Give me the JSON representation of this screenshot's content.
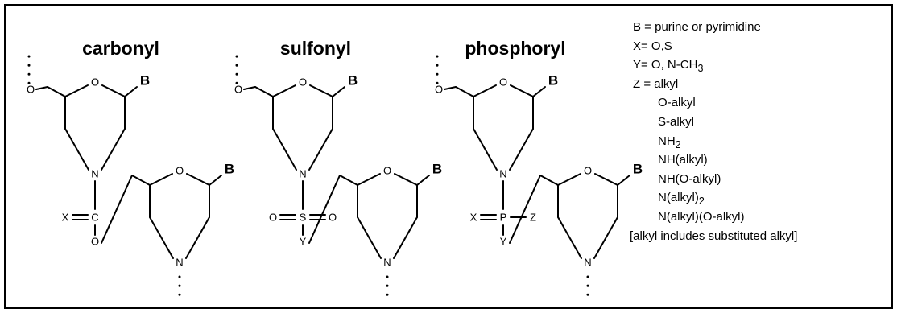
{
  "structures": [
    {
      "title": "carbonyl",
      "top": {
        "left_atom": "O",
        "ring_atom": "O",
        "base": "B",
        "nitrogen": "N"
      },
      "linker": {
        "left": "X",
        "center": "C",
        "bottom": "O"
      },
      "bottom": {
        "ring_atom": "O",
        "base": "B",
        "nitrogen": "N"
      }
    },
    {
      "title": "sulfonyl",
      "top": {
        "left_atom": "O",
        "ring_atom": "O",
        "base": "B",
        "nitrogen": "N"
      },
      "linker": {
        "left": "O",
        "center": "S",
        "right": "O",
        "bottom": "Y"
      },
      "bottom": {
        "ring_atom": "O",
        "base": "B",
        "nitrogen": "N"
      }
    },
    {
      "title": "phosphoryl",
      "top": {
        "left_atom": "O",
        "ring_atom": "O",
        "base": "B",
        "nitrogen": "N"
      },
      "linker": {
        "left": "X",
        "center": "P",
        "right": "Z",
        "bottom": "Y"
      },
      "bottom": {
        "ring_atom": "O",
        "base": "B",
        "nitrogen": "N"
      }
    }
  ],
  "legend": {
    "base": "B = purine or pyrimidine",
    "x_def": "X= O,S",
    "y_def_prefix": "Y= O, N-CH",
    "y_def_sub": "3",
    "z_def": "Z = alkyl",
    "z_options": {
      "o_alkyl": "O-alkyl",
      "s_alkyl": "S-alkyl",
      "nh2_base": "NH",
      "nh2_sub": "2",
      "nh_alkyl": "NH(alkyl)",
      "nh_o_alkyl": "NH(O-alkyl)",
      "n_alkyl2_base": "N(alkyl)",
      "n_alkyl2_sub": "2",
      "n_alkyl_o_alkyl": "N(alkyl)(O-alkyl)"
    },
    "note": "[alkyl includes substituted alkyl]"
  }
}
